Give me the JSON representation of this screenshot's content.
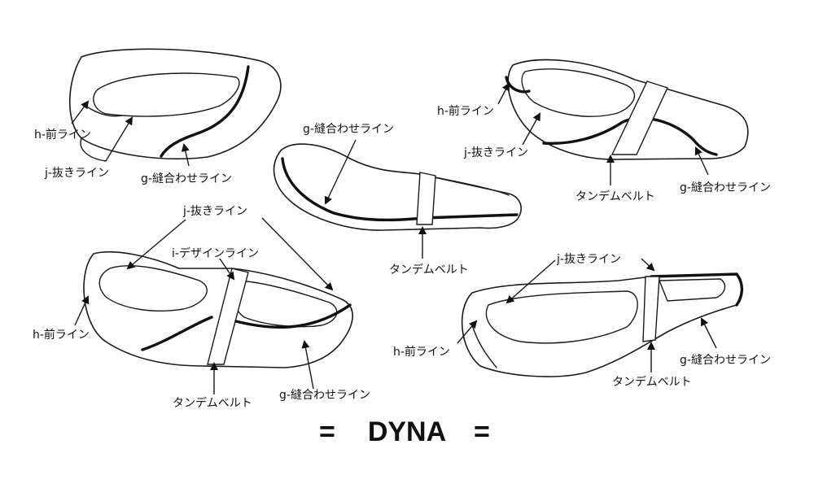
{
  "title": "DYNA",
  "title_decoration": "=",
  "colors": {
    "line": "#1a1a1a",
    "background": "#ffffff"
  },
  "labels": {
    "front_line": "h-前ライン",
    "cut_line": "j-抜きライン",
    "seam_line": "g-縫合わせライン",
    "design_line": "i-デザインライン",
    "tandem_belt": "タンデムベルト"
  }
}
